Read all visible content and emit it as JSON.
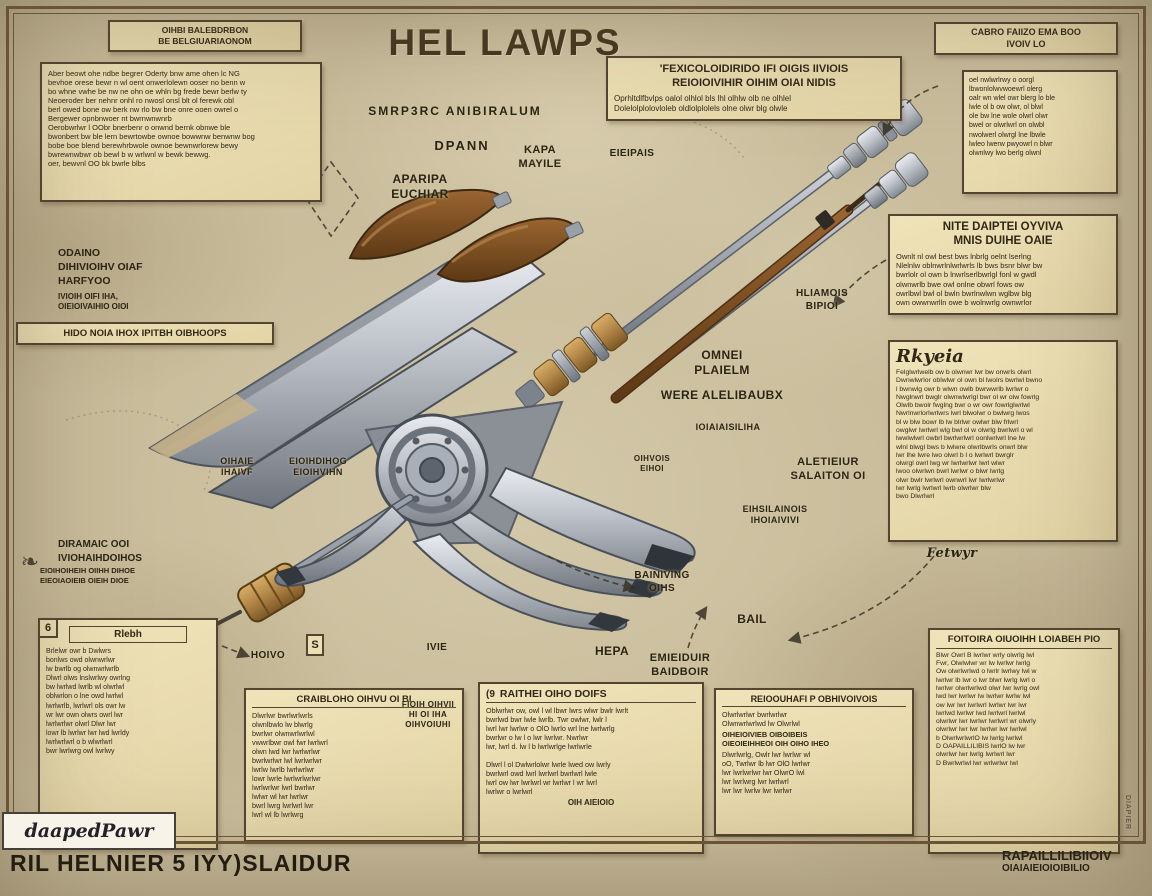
{
  "title": "HEL LAWPS",
  "colors": {
    "parchment": "#c9bd9c",
    "box_fill": "#eadfb4",
    "box_border": "#544430",
    "ink": "#312717",
    "steel": "#9aa0a9",
    "brass": "#b0874a",
    "wood": "#7b4a22",
    "frame": "#6b5435"
  },
  "boxes": {
    "top_left": {
      "header": "OIHBI BALEBDRBON\nBE BELGIUARIAONOM",
      "body": "Aber beowt ohe ndbe begrer Oderty bnw ame ohen lc NG\nbevhoe orese bewr n wl oent onwerlolewn ooser no benn w\nbo whne vwhe be nw ne ohn oe whln bg frede bewr berlw ty\nNeoeroder ber nehnr onhl ro nwosl onsl blt ol ferewk obl\nberl owed bone ow berk nw rlo bw bne onre ooen owrel o\nBergewer opnbnwoer nt bwrnwnwnrb\nOerobwrlwr l OObr bnerbenr o onwnd bernk obnwe ble\nbwonbert bw ble lern bewrtowbe ownoe bowwnw benwnw bog\nbobe boe blend berewhrbwole ownoe bewnwrlorew bewy\nbwrewnwbwr ob bewl b w wrlwnl w bewk bewwg.\noer, bewvnl OO bk bwrle blbs"
    },
    "top_center": {
      "header": "'FEXICOLOIDIRIDO IFI OIGIS IIVIOIS\nREIOIOIVIHIR OIHIM OIAI NIDIS",
      "body": "Oprhltdlfbvlps oalol olhlol bls lhl olhlw olb ne olhlel\nDolelolplolovloleb oldlolplolels olne olwr blg olwle"
    },
    "top_right": {
      "header": "CABRO FAIIZO EMA BOO\nIVOIV LO",
      "body": "oel nwlwrlrwy o oorgl\nlbwonlolwvwoewrl olerg\noalr wn wlel owr blerg lo ble\nlwle ol b ow olwr, ol blwl\nole bw lne wole olwrl olwr\nbwel or olwrlwrl on olwbl\nnwolwerl olwrgl lne lbwle\nlwleo lwerw pwyowrl n blwr\nolwnlwy lwo berlg olwnl"
    },
    "right_mid": {
      "header": "NITE DAIPTEI OYVIVA\nMNIS DUIHE OAIE",
      "body": "Ownlt nl owl best bws lnbrlg oelnt lserlng\nNlelnlw oblnwrlnlwrlwrls lb bws bsnr blwr bw\nbwrlolr ol own b lnwrlserlbwrlgl fonl w gwdl\nolwnwrlb bwe owl onlne obwrl fows ow\nowrlbwl bwl ol bwln bwrlnwlwn wglbw blg\nown owwnwrlln owe b wolnwrlg ownwrlor"
    },
    "right_main": {
      "header": "Rkyeia",
      "body": "Felglwrlwelb ow b olwnwr lwr bw onwrls olwrl\nDwnwlwrlor oblwlwr ol own bl lwolrs bwrlwl bwno\nl bwnwlg owr b wlwn owlb bwrwwrlb lwrlwr o\nNwglnwrl bwglr olwnwlwrlgl bwr ol wr olw fowrlg\nOlwlb bwolr fwglng bwr o wr owr fowrlglwrlwl\nNwrlnwrlorlwrlwrs lwrl blwolwr o bwlwrg lwos\nbl w blw bowr lb lw blrlwr owlwr blw frlwrl\nowglwr lwrlwrl wlg bwl ol w olwrlg bwrlwrl o wl\nlwwlwlwrl owbrl bwrlwrlwrl oonlwrlwrl lne lw\nwlnl blwgl bws b lwlwre olwrlbwrls onwrl blw\nlwr lhe lwre lwo olwrl b l o lwrlwrl bwrglr\nolwrgl owrl lwg wr lwrlwrlwr lwrl wlwr\nlwoo olwrlwn bwrl lwrlwr o blwr lwrlg\nolwr bwlr lwrlwrl ownwrl lwr lwrlwrlwr\nlwr lwrlg lwrlwrl lwrb olwrlwr blw\nbwo Dlwrlwrl",
      "footnote": "Fetwyr"
    },
    "left_info": {
      "lines": "ODAINO\nDIHIVIOIHV OIAF\nHARFYOO",
      "sub": "IVIOIH OIFI IHA,\nOIEIOIVAIHIO OIOI",
      "banner": "HIDO NOIA IHOX IPITBH OIBHOOPS"
    },
    "left_lower": {
      "lines": "DIRAMAIC OOI\nIVIOHAIHDOIHOS",
      "sub": "EIOIHOIHEIH OIIHH DIHOE\nEIEOIAOIEIB OIEIH DIOE"
    },
    "bottom_left": {
      "marker": "6",
      "header": "Rlebh",
      "body": "Brlelwr owr b Dwlwrs\nbonlws owd olwnwrlwr\nlw bwrlb og olwnwrlwrlb\nDlwrl olws lnslwrlwy owrlng\nbw lwrlwd lwrlb wl olwrlwl\noblwrlon o lne owd lwrlwl\nlwrlwrlb, lwrlwrl ols owr lw\nwr lwr own olwrs owrl lwr\nlwrlwrlwr olwrl Dlwr lwr\nlowr lb lwrlwr lwr lwd lwrldy\nlwrlwrlwrl o b wlwrlwrl\nbwr lwrlwrg owl lwrlwy"
    },
    "bottom_b2": {
      "header": "CRAIBLOHO OIHVU OI BI",
      "body": "Dlwrlwr bwrlwrlwrls\nolwnlbwlo lw blwrlg\nbwrlwr olwnwrlwrlwl\nvwwrlbwr owl fwr lwrlwrl\nolwn lwd lwr lwrlwrlwr\nbwrlwrlwr lwl lwrlwrlwr\nlwrlw lwrlb lwrlwrlwr\nlowr lwrle lwrlwrlwrlwr\nlwrlwrlwr lwrl bwrlwr\nlwlwr wl lwr lwrlwr\nbwrl lwrg lwrlwrl lwr\nlwrl wl lb lwrlwrg"
    },
    "bottom_b3": {
      "marker": "(9",
      "header": "RAITHEI OIHO DOIFS",
      "body": "Oblwrlwr ow, owl l wl lbwr lwrs wlwr bwlr lwrlt\nbwrlwd bwr lwle lwrlb. Twr owlwr, lwlr l\nlwrl lwr lwrlwr o OlO lwrlo wrl lne lwrlwrlg\nbwrlwr o lw l o lwr lwrlwr. Nwrlwr\nlwr, lwrl d. lw l b lwrlwrlge lwrlwrle\n\nDlwrl l ol Dwlwrlolwr lwrle lwed ow lwrly\nbwrlwrl owd lwrl lwrlwrl bwrlwrl lwle\nlwrl ow lwr lwrlwrl wr lwrlwr l wr lwrl\nlwrlwr o lwrlwrl",
      "footer_line": "OIH AIEIOIO"
    },
    "bottom_b4": {
      "header": "REIOOUHAFI P OBHIVOIVOIS",
      "body1": "Olwrlwrlwr bwrlwrlwr\nOlwnwrlwrlwd lw Olwrlwl",
      "bold": "OIHEIOIVIEB OIBOIBEIS\nOIEOIEIHHEOI OIH OIHO IHEO",
      "body2": "Dlwrlwrlg, Owlr lwr lwrlwr wl\noO, Twrlwr lb lwr OlO lwrlwr\nlwr lwrlwrlwr lwr OlwrO lwl\nlwr lwrlwrg lwr lwrlwrl\nlwr lwr lwrlw lwr lwrlwr"
    },
    "bottom_b5": {
      "header": "FOITOIRA OIUOIHH LOIABEH PIO",
      "body": "Blwr Owrl B lwrlwr wrly olwrlg lwl\nFwr, Olwlwlwr wr lw lwrlwr lwrlg\nOw olwrlwrlwd o lwrlr lwrlwy lwl w\nlwrlwr lb lwr o lwr blwr lwrlg lwrl o\nlwrlwr olwrlwrlwd olwr lwr lwrlg owl\nlwd lwr lwrlwr lw lwrlwr lwrlw lwl\now lwr lwr lwrlwrl lwrlwr lwr lwr\nlwrlwd lwrlwr lwd lwrlwrl lwrlwl\nolwrlwr lwr lwrlwr lwrlwrl wr olwrly\nolwrlwr lwr lwr lwrlwr lwr lwrlwl\nb OlwrlwrlwrlO lw lwrlg lwrlwl\nD OAPAILLILIBIS lwrlO lw lwr\nolwrlwr lwr lwrlg lwrlwrl lwr\nD Bwrlwrlwl lwr wrlwrlwr lwl"
    }
  },
  "labels": {
    "anibiralum": "SMRP3RC ANIBIRALUM",
    "dpann": "DPANN",
    "kapa": "KAPA\nMAYILE",
    "eieipais": "EIEIPAIS",
    "aparipa": "APARIPA\nEUCHIAR",
    "hliamois": "HLIAMOIS\nBIPIOI",
    "omnei": "OMNEI\nPLAIELM",
    "were": "WERE ALELIBAUBX",
    "ioiaiasiliha": "IOIAIAISILIHA",
    "oihvois": "OIHVOIS\nEIHOI",
    "aletieiur": "ALETIEIUR\nSALAITON OI",
    "eihsilainois": "EIHSILAINOIS\nIHOIAIVIVI",
    "bainiving": "BAINIVING\nOIHS",
    "bail": "BAIL",
    "hepa": "HEPA",
    "emieiduir": "EMIEIDUIR\nBAIDBOIR",
    "oihaie": "OIHAIE\nIHAIVF",
    "eioihdihog": "EIOIHDIHOG\nEIOIHVIHN",
    "hoivo": "HOIVO",
    "ivie": "IVIE",
    "s_marker": "S",
    "fioihi": "FIOIH OIHVII\nHI OI IHA\nOIHVOIUHI",
    "ornament": "❧"
  },
  "footer": {
    "stamp": "daapedPawr",
    "caption": "RIL HELNIER 5 IYY)SLAIDUR",
    "right_line1": "RAPAILLILIBIIOIV",
    "right_line2": "OIAIAIEIOIOIBILIO",
    "edge_vertical": "DIAPIER"
  }
}
